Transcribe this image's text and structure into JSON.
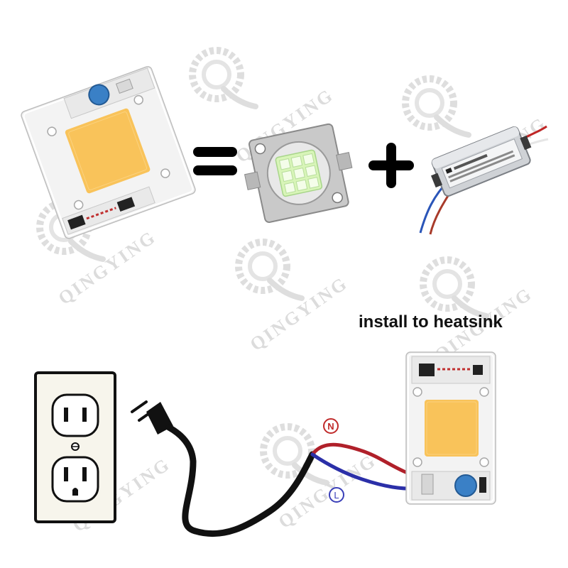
{
  "caption": "install to heatsink",
  "watermark": {
    "brand": "QINGYING",
    "color": "#dcdcdc"
  },
  "wire_labels": {
    "neutral": "N",
    "live": "L"
  },
  "colors": {
    "neutral_wire": "#b0202a",
    "live_wire": "#2b2fa8",
    "power_cord": "#111111",
    "led_warm": "#f9c35a",
    "led_cool": "#d8f5b8",
    "pcb": "#f3f3f3",
    "capacitor": "#3a80c6",
    "outlet_plate": "#f7f5ec"
  },
  "components": {
    "ac_cob_module": "ac-cob-led-module",
    "high_power_led": "10w-led-chip",
    "led_driver": "led-driver",
    "equals_symbol": "equals-icon",
    "plus_symbol": "plus-icon",
    "wall_outlet": "wall-outlet",
    "plug": "power-plug"
  }
}
